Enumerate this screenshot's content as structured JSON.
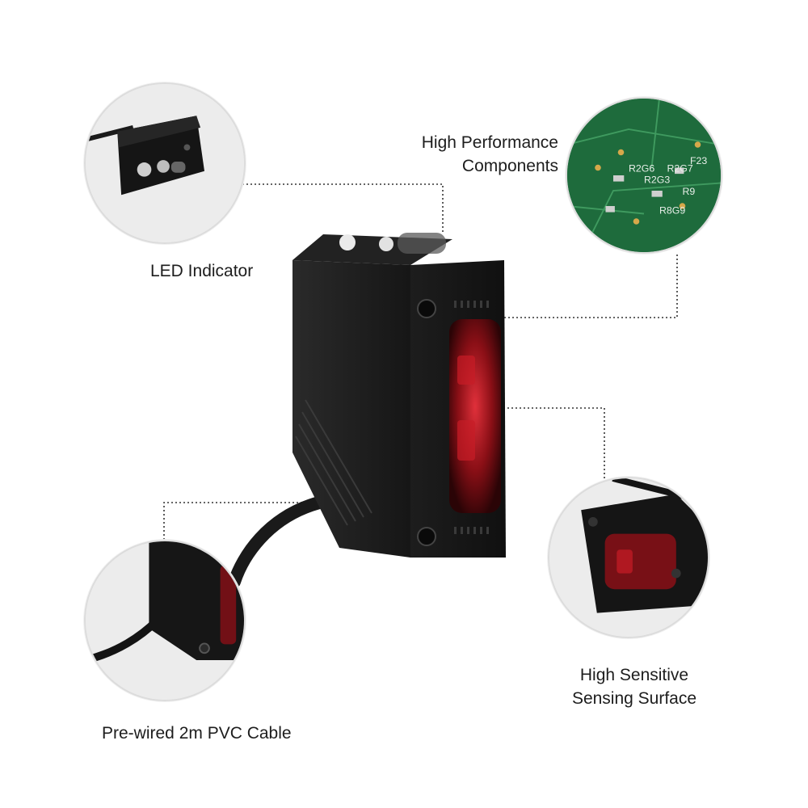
{
  "labels": {
    "led_indicator": "LED Indicator",
    "high_performance": [
      "High Performance",
      "Components"
    ],
    "pre_wired": "Pre-wired 2m PVC Cable",
    "high_sensitive": [
      "High Sensitive",
      "Sensing Surface"
    ]
  },
  "pcb_text": [
    "R9",
    "F23",
    "R2G7",
    "R2G6",
    "R2G3",
    "R8G9"
  ],
  "colors": {
    "sensor_body": "#161616",
    "lens_red": "#b3141c",
    "pcb_green": "#1e6b3c",
    "leader_line": "#333333"
  }
}
